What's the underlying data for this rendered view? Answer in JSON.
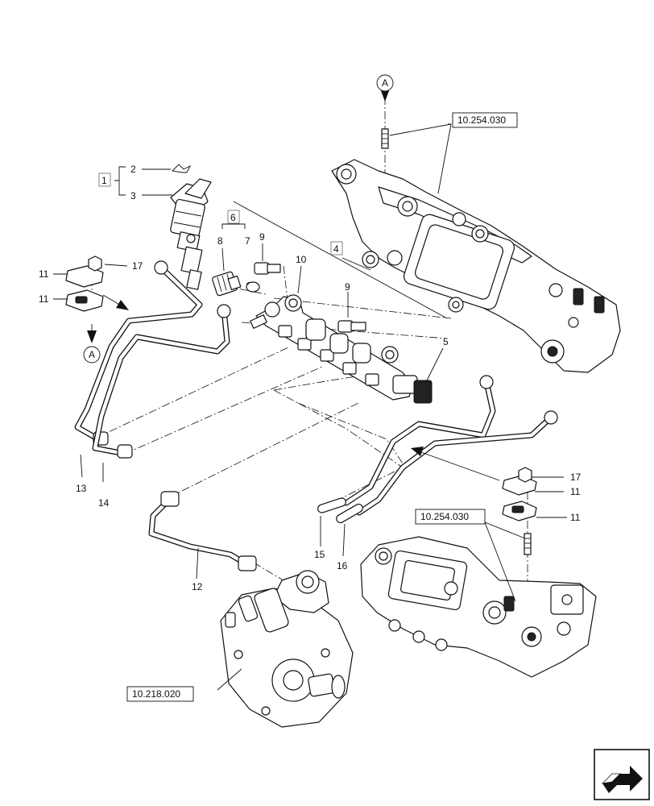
{
  "callouts": {
    "c1": "1",
    "c2": "2",
    "c3": "3",
    "c4": "4",
    "c5": "5",
    "c6": "6",
    "c7": "7",
    "c8": "8",
    "c9a": "9",
    "c9b": "9",
    "c10": "10",
    "c11a": "11",
    "c11b": "11",
    "c11c": "11",
    "c11d": "11",
    "c12": "12",
    "c13": "13",
    "c14": "14",
    "c15": "15",
    "c16": "16",
    "c17a": "17",
    "c17b": "17"
  },
  "references": {
    "ref_top": "10.254.030",
    "ref_mid": "10.254.030",
    "ref_pump": "10.218.020"
  },
  "markers": {
    "a_top": "A",
    "a_left": "A"
  },
  "icons": {
    "corner": "next-page-arrow-icon"
  }
}
